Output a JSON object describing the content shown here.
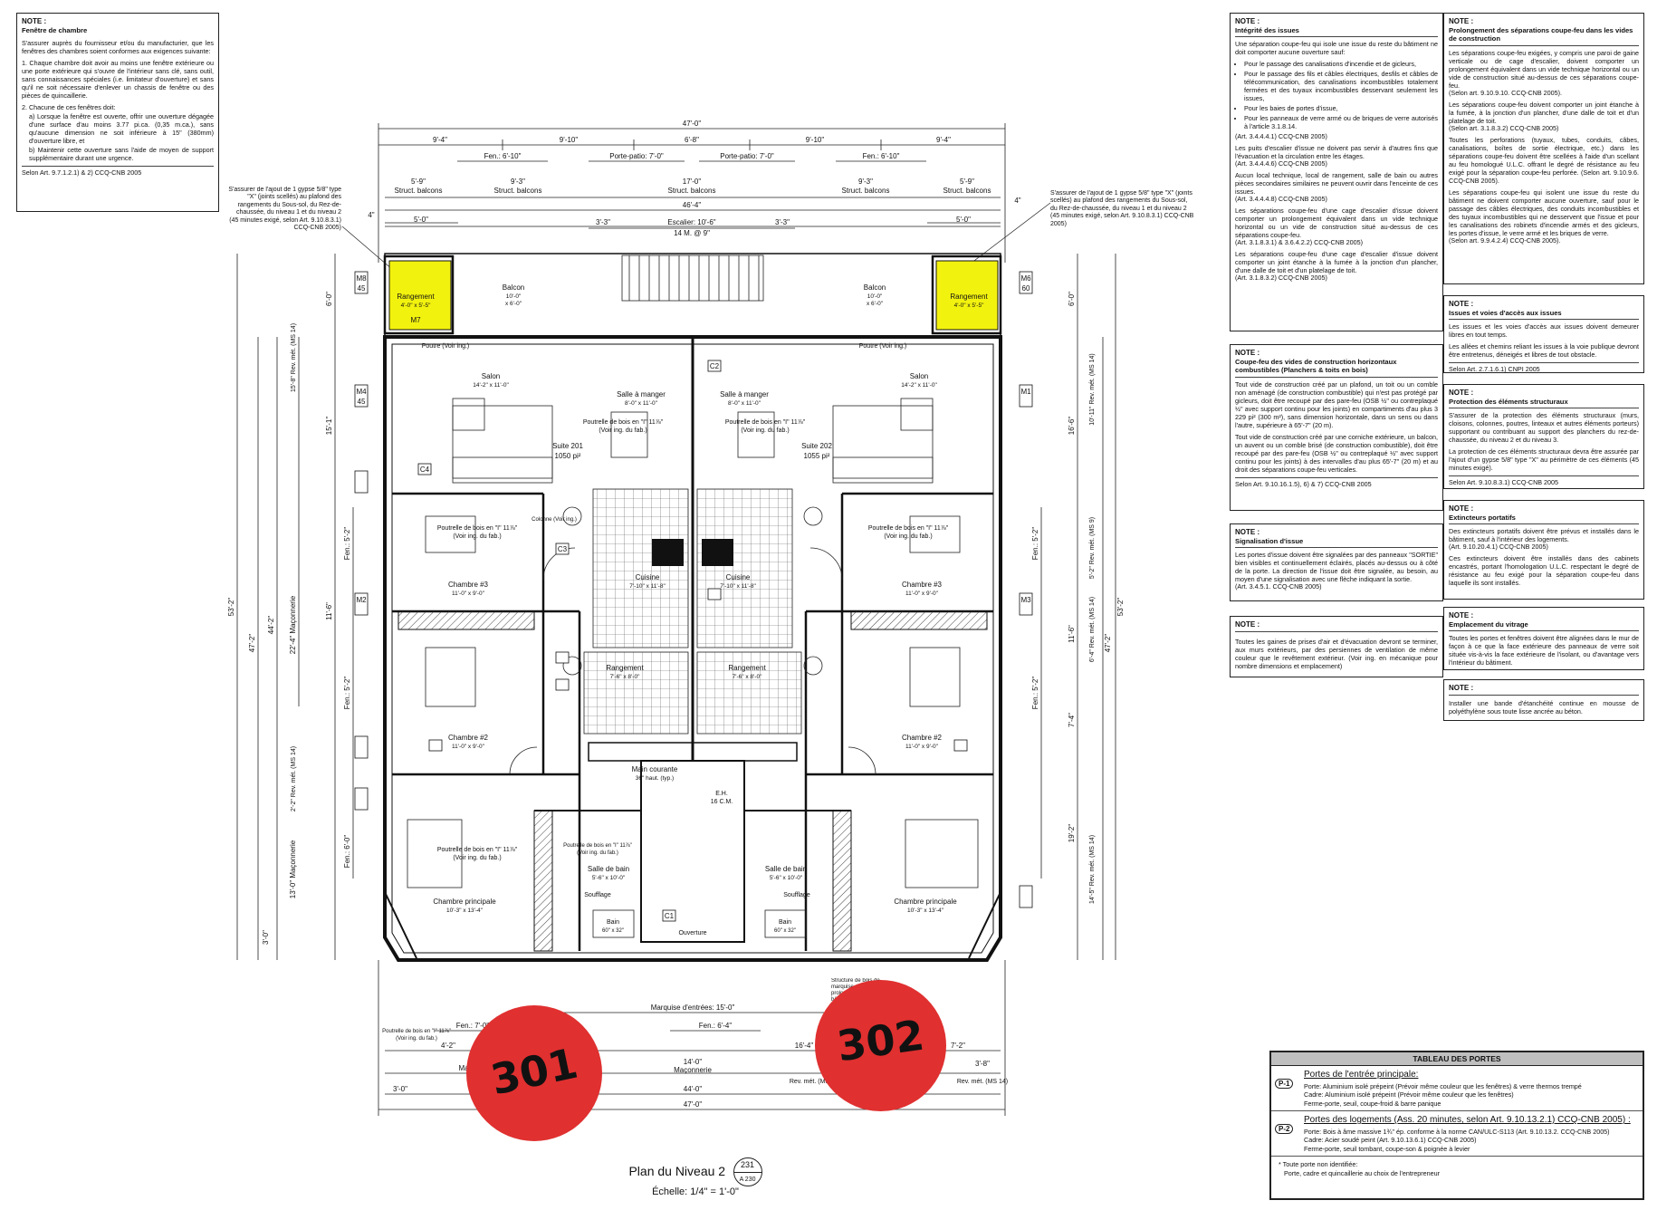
{
  "notes": {
    "top_left": {
      "heading": "NOTE :",
      "title": "Fenêtre de chambre",
      "intro": "S'assurer auprès du fournisseur et/ou du manufacturier, que les fenêtres des chambres soient conformes aux exigences suivante:",
      "item1": "1. Chaque chambre doit avoir au moins une fenêtre extérieure ou une porte extérieure qui s'ouvre de l'intérieur sans clé, sans outil, sans connaissances spéciales (i.e. limitateur d'ouverture) et sans qu'il ne soit nécessaire d'enlever un chassis de fenêtre ou des pièces de quincaillerie.",
      "item2": "2. Chacune de ces fenêtres doit:",
      "item2a": "a) Lorsque la fenêtre est ouverte, offrir une ouverture dégagée d'une surface d'au moins 3.77 pi.ca. (0,35 m.ca.), sans qu'aucune dimension ne soit inférieure à 15\" (380mm) d'ouverture libre, et",
      "item2b": "b) Maintenir cette ouverture sans l'aide de moyen de support supplémentaire durant une urgence.",
      "ref": "Selon Art. 9.7.1.2.1) & 2) CCQ-CNB 2005"
    },
    "integrite": {
      "heading": "NOTE :",
      "title": "Intégrité des issues",
      "intro": "Une séparation coupe-feu qui isole une issue du reste du bâtiment ne doit comporter aucune ouverture sauf:",
      "bullets": [
        "Pour le passage des canalisations d'incendie et de gicleurs,",
        "Pour le passage des fils et câbles électriques, desfils et câbles de télécommunication, des canalisations incombustibles totalement fermées et des tuyaux incombustibles desservant seulement les issues,",
        "Pour les baies de portes d'issue,",
        "Pour les panneaux de verre armé ou de briques de verre autorisés à l'article 3.1.8.14."
      ],
      "ref1": "(Art. 3.4.4.4.1) CCQ-CNB 2005)",
      "p2": "Les puits d'escalier d'issue ne doivent pas servir à d'autres fins que l'évacuation et la circulation entre les étages.",
      "ref2": "(Art. 3.4.4.4.6) CCQ-CNB 2005)",
      "p3": "Aucun local technique, local de rangement, salle de bain ou autres pièces secondaires similaires ne peuvent ouvrir dans l'enceinte de ces issues.",
      "ref3": "(Art. 3.4.4.4.8) CCQ-CNB 2005)",
      "p4": "Les séparations coupe-feu d'une cage d'escalier d'issue doivent comporter un prolongement équivalent dans un vide technique horizontal ou un vide de construction situé au-dessus de ces séparations coupe-feu.",
      "ref4": "(Art. 3.1.8.3.1) & 3.6.4.2.2) CCQ-CNB 2005)",
      "p5": "Les séparations coupe-feu d'une cage d'escalier d'issue doivent comporter un joint étanche à la fumée à la jonction d'un plancher, d'une dalle de toit et d'un platelage de toit.",
      "ref5": "(Art. 3.1.8.3.2) CCQ-CNB 2005)"
    },
    "vides": {
      "heading": "NOTE :",
      "title": "Coupe-feu des vides de construction horizontaux combustibles (Planchers & toits en bois)",
      "p1": "Tout vide de construction créé par un plafond, un toit ou un comble non aménagé (de construction combustible) qui n'est pas protégé par gicleurs, doit être recoupé par des pare-feu (OSB ½\" ou contreplaqué ½\" avec support continu pour les joints) en compartiments d'au plus 3 229 pi² (300 m²), sans dimension horizontale, dans un sens ou dans l'autre, supérieure à 65'-7\" (20 m).",
      "p2": "Tout vide de construction créé par une corniche extérieure, un balcon, un auvent ou un comble brisé (de construction combustible), doit être recoupé par des pare-feu (OSB ½\" ou contreplaqué ½\" avec support continu pour les joints) à des intervalles d'au plus 65'-7\" (20 m) et au droit des séparations coupe-feu verticales.",
      "ref": "Selon Art. 9.10.16.1.5), 6) & 7) CCQ-CNB 2005"
    },
    "signalisation": {
      "heading": "NOTE :",
      "title": "Signalisation d'issue",
      "p1": "Les portes d'issue doivent être signalées par des panneaux \"SORTIE\" bien visibles et continuellement éclairés, placés au-dessus ou à côté de la porte. La direction de l'issue doit être signalée, au besoin, au moyen d'une signalisation avec une flèche indiquant la sortie.",
      "ref": "(Art. 3.4.5.1. CCQ-CNB 2005)"
    },
    "gaines": {
      "heading": "NOTE :",
      "p1": "Toutes les gaines de prises d'air et d'évacuation devront se terminer, aux murs extérieurs, par des persiennes de ventilation de même couleur que le revêtement extérieur. (Voir ing. en mécanique pour nombre dimensions et emplacement)"
    },
    "prolongement": {
      "heading": "NOTE :",
      "title": "Prolongement des séparations coupe-feu dans les vides de construction",
      "p1": "Les séparations coupe-feu exigées, y compris une paroi de gaine verticale ou de cage d'escalier, doivent comporter un prolongement équivalent dans un vide technique horizontal ou un vide de construction situé au-dessus de ces séparations coupe-feu.",
      "ref1": "(Selon art. 9.10.9.10. CCQ-CNB 2005).",
      "p2": "Les séparations coupe-feu doivent comporter un joint étanche à la fumée, à la jonction d'un plancher, d'une dalle de toit et d'un platelage de toit.",
      "ref2": "(Selon art. 3.1.8.3.2) CCQ-CNB 2005)",
      "p3": "Toutes les perforations (tuyaux, tubes, conduits, câbes, canalisations, boîtes de sortie électrique, etc.) dans les séparations coupe-feu doivent être scellées à l'aide d'un scellant au feu homologué U.L.C. offrant le degré de résistance au feu exigé pour la séparation coupe-feu perforée. (Selon art. 9.10.9.6. CCQ-CNB 2005).",
      "p4": "Les séparations coupe-feu qui isolent une issue du reste du bâtiment ne doivent comporter aucune ouverture, sauf pour le passage des câbles électriques, des conduits incombustibles et des tuyaux incombustibles qui ne desservent que l'issue et pour les canalisations des robinets d'incendie armés et des gicleurs, les portes d'issue, le verre armé et les briques de verre.",
      "ref4": "(Selon art. 9.9.4.2.4) CCQ-CNB 2005)."
    },
    "voies": {
      "heading": "NOTE :",
      "title": "Issues et voies d'accès aux issues",
      "p1": "Les issues et les voies d'accès aux issues doivent demeurer libres en tout temps.",
      "p2": "Les allées et chemins reliant les issues à la voie publique devront être entretenus, déneigés et libres de tout obstacle.",
      "ref": "Selon Art. 2.7.1.6.1) CNPI 2005"
    },
    "structuraux": {
      "heading": "NOTE :",
      "title": "Protection des éléments structuraux",
      "p1": "S'assurer de la protection des éléments structuraux (murs, cloisons, colonnes, poutres, linteaux et autres éléments porteurs) supportant ou contribuant au support des planchers du rez-de-chaussée, du niveau 2 et du niveau 3.",
      "p2": "La protection de ces éléments structuraux devra être assurée par l'ajout d'un gypse 5/8\" type \"X\" au périmètre de ces éléments (45 minutes exigé).",
      "ref": "Selon Art. 9.10.8.3.1) CCQ-CNB 2005"
    },
    "extincteurs": {
      "heading": "NOTE :",
      "title": "Extincteurs portatifs",
      "p1": "Des extincteurs portatifs doivent être prévus et installés dans le bâtiment, sauf à l'intérieur des logements.",
      "ref1": "(Art. 9.10.20.4.1) CCQ-CNB 2005)",
      "p2": "Ces extincteurs doivent être installés dans des cabinets encastrés, portant l'homologation U.L.C. respectant le degré de résistance au feu exigé pour la séparation coupe-feu dans laquelle ils sont installés."
    },
    "vitrage": {
      "heading": "NOTE :",
      "title": "Emplacement du vitrage",
      "p1": "Toutes les portes et fenêtres doivent être alignées dans le mur de façon à ce que la face extérieure des panneaux de verre soit située vis-à-vis la face extérieure de l'isolant, ou d'avantage vers l'intérieur du bâtiment."
    },
    "etancheite": {
      "heading": "NOTE :",
      "p1": "Installer une bande d'étanchéité continue en mousse de polyéthylène sous toute lisse ancrée au béton."
    }
  },
  "plan": {
    "dims_top": {
      "overall": "47'-0\"",
      "row2": [
        "9'-4\"",
        "9'-10\"",
        "6'-8\"",
        "9'-10\"",
        "9'-4\""
      ],
      "fen_left": "Fen.: 6'-10\"",
      "porte_patio_left": "Porte-patio: 7'-0\"",
      "porte_patio_right": "Porte-patio: 7'-0\"",
      "fen_right": "Fen.: 6'-10\"",
      "struct": [
        {
          "dim": "5'-9\"",
          "label": "Struct. balcons"
        },
        {
          "dim": "9'-3\"",
          "label": "Struct. balcons"
        },
        {
          "dim": "17'-0\"",
          "label": "Struct. balcons"
        },
        {
          "dim": "9'-3\"",
          "label": "Struct. balcons"
        },
        {
          "dim": "5'-9\"",
          "label": "Struct. balcons"
        }
      ],
      "inner": "46'-4\"",
      "stair_left": "3'-3\"",
      "stair": "Escalier: 10'-6\"",
      "stair_risers": "14 M. @ 9\"",
      "stair_right": "3'-3\"",
      "side_left": "5'-0\"",
      "side_right": "5'-0\"",
      "corner_left": "4\"",
      "corner_right": "4\""
    },
    "callouts": {
      "left": "S'assurer de l'ajout de 1 gypse 5/8\" type \"X\" (joints scellés) au plafond des rangements du Sous-sol, du Rez-de-chaussée, du niveau 1 et du niveau 2 (45 minutes exigé, selon Art. 9.10.8.3.1) CCQ-CNB 2005)",
      "right": "S'assurer de l'ajout de 1 gypse 5/8\" type \"X\" (joints scellés) au plafond des rangements du Sous-sol, du Rez-de-chaussée, du niveau 1 et du niveau 2 (45 minutes exigé, selon Art. 9.10.8.3.1) CCQ-CNB 2005)"
    },
    "rooms": {
      "rangement_l": "Rangement",
      "rangement_l_dim": "4'-0\" x 5'-5\"",
      "rangement_r": "Rangement",
      "rangement_r_dim": "4'-0\" x 5'-5\"",
      "balcon_l": "Balcon",
      "balcon_l_dim1": "10'-0\"",
      "balcon_l_dim2": "x 6'-0\"",
      "balcon_r": "Balcon",
      "balcon_r_dim1": "10'-0\"",
      "balcon_r_dim2": "x 6'-0\"",
      "salon_l": "Salon",
      "salon_l_dim": "14'-2\" x 11'-0\"",
      "salon_r": "Salon",
      "salon_r_dim": "14'-2\" x 11'-0\"",
      "sam_l": "Salle à manger",
      "sam_l_dim": "8'-0\" x 11'-0\"",
      "sam_r": "Salle à manger",
      "sam_r_dim": "8'-0\" x 11'-0\"",
      "suite_l": "Suite 201",
      "suite_l_area": "1050 pi²",
      "suite_r": "Suite 202",
      "suite_r_area": "1055 pi²",
      "cuisine_l": "Cuisine",
      "cuisine_l_dim": "7'-10\" x 11'-8\"",
      "cuisine_r": "Cuisine",
      "cuisine_r_dim": "7'-10\" x 11'-8\"",
      "ch3_l": "Chambre #3",
      "ch3_l_dim": "11'-0\" x 9'-0\"",
      "ch3_r": "Chambre #3",
      "ch3_r_dim": "11'-0\" x 9'-0\"",
      "ch2_l": "Chambre #2",
      "ch2_l_dim": "11'-0\" x 9'-0\"",
      "ch2_r": "Chambre #2",
      "ch2_r_dim": "11'-0\" x 9'-0\"",
      "rang_l": "Rangement",
      "rang_l_dim": "7'-6\" x 8'-0\"",
      "rang_r": "Rangement",
      "rang_r_dim": "7'-6\" x 8'-0\"",
      "cp_l": "Chambre principale",
      "cp_l_dim": "10'-3\" x 13'-4\"",
      "cp_r": "Chambre principale",
      "cp_r_dim": "10'-3\" x 13'-4\"",
      "sdb_l": "Salle de bain",
      "sdb_l_dim": "5'-6\" x 10'-0\"",
      "sdb_r": "Salle de bain",
      "sdb_r_dim": "5'-6\" x 10'-0\"",
      "bain_l": "Bain",
      "bain_l_dim": "60\" x 32\"",
      "bain_r": "Bain",
      "bain_r_dim": "60\" x 32\"",
      "souff_l": "Soufflage",
      "souff_r": "Soufflage",
      "main_courante": "Main courante",
      "main_courante_h": "36\" haut. (typ.)",
      "eh": "E.H.",
      "eh_cm": "16 C.M.",
      "ouverture": "Ouverture"
    },
    "beams": {
      "b1": "Poutrelle de bois en \"I\" 11⅞\"",
      "b1_ref": "(Voir ing. du fab.)",
      "b2": "Poutrelle de bois en \"I\" 11⅞\"",
      "b2_ref": "(Voir ing. du fab.)",
      "b3": "Poutrelle de bois en \"I\" 11⅞\"",
      "b3_ref": "(Voir ing. du fab.)",
      "b4": "Poutrelle de bois en \"I\" 11⅞\"",
      "b4_ref": "(Voir ing. du fab.)",
      "b5": "Poutrelle de bois en \"I\" 11⅞\"",
      "b5_ref": "(Voir ing. du fab.)",
      "b6": "Poutrelle de bois en \"I\" 11⅞\"",
      "b6_ref": "(Voir ing. du fab.)",
      "b7": "Poutrelle de bois en \"I\" 11⅞\"",
      "b7_ref": "(Voir ing. du fab.)",
      "poutre_l": "Poutre (Voir ing.)",
      "poutre_r": "Poutre (Voir ing.)",
      "colonne": "Colonne (Voir ing.)"
    },
    "dims_left": {
      "outer": "53'-2\"",
      "mid1": "47'-2\"",
      "mid2": "44'-2\"",
      "maconnerie": "22'-4\" Maçonnerie",
      "d1": "6'-0\"",
      "d2": "15'-1\"",
      "d3": "11'-6\"",
      "d4": "13'-0\" Maçonnerie",
      "d5": "3'-0\"",
      "fen1": "Fen.: 5'-2\"",
      "fen2": "Fen.: 5'-2\"",
      "fen3": "Fen.: 6'-0\"",
      "revmet1": "15'-8\" Rev. mét. (MS 14)",
      "revmet2": "2'-2\" Rev. mét. (MS 14)"
    },
    "dims_right": {
      "outer": "53'-2\"",
      "mid": "47'-2\"",
      "d1": "6'-0\"",
      "d2": "16'-6\"",
      "d3": "11'-6\"",
      "d4": "7'-4\"",
      "d5": "19'-2\"",
      "fen1": "Fen.: 5'-2\"",
      "fen2": "Fen.: 5'-2\"",
      "revmet1": "10'-11\" Rev. mét. (MS 14)",
      "revmet2": "5'-2\" Rev. mét. (MS 9)",
      "revmet3": "6'-4\" Rev. mét. (MS 14)",
      "revmet4": "14'-5\" Rev. mét. (MS 14)"
    },
    "dims_bottom": {
      "fen_left": "Fen.: 7'-0\"",
      "marquise": "Marquise d'entrées: 15'-0\"",
      "fen_mid": "Fen.: 6'-4\"",
      "d_left": "4'-2\"",
      "d_mid": "16'-4\"",
      "d_right": "7'-2\"",
      "mac_left": "Ma",
      "mac_mid": "14'-0\"",
      "mac_mid_lbl": "Maçonnerie",
      "revmet_mid": "Rev. mét. (MS 14)",
      "revmet_right_dim": "3'-8\"",
      "revmet_right": "Rev. mét. (MS 14)",
      "d_3": "3'-0\"",
      "inner": "44'-0\"",
      "overall": "47'-0\""
    },
    "tags": [
      "M8",
      "45",
      "M7",
      "M4",
      "45",
      "M6",
      "60",
      "C1",
      "C2",
      "C3",
      "C4",
      "M1",
      "M2",
      "M3"
    ],
    "notes_bottom": {
      "structure": "Structure de bois de marquise d'entrée prolongée à l'intérieur du bâtiment"
    }
  },
  "stamps": {
    "left": "301",
    "right": "302"
  },
  "title": {
    "name": "Plan du Niveau 2",
    "sheet": "231",
    "ref_sheet": "A 230",
    "scale": "Échelle: 1/4\" = 1'-0\""
  },
  "door_table": {
    "title": "TABLEAU DES PORTES",
    "p1": {
      "code": "P-1",
      "header": "Portes de l'entrée principale:",
      "porte": "Porte: Aluminium isolé prépeint (Prévoir même couleur que les fenêtres) & verre thermos trempé",
      "cadre": "Cadre: Aluminium isolé prépeint (Prévoir même couleur que les fenêtres)",
      "quinc": "Ferme-porte, seuil, coupe-froid & barre panique"
    },
    "p2": {
      "code": "P-2",
      "header": "Portes des logements (Ass. 20 minutes, selon Art. 9.10.13.2.1) CCQ-CNB 2005) :",
      "porte": "Porte: Bois à âme massive 1¾\" ép. conforme à la norme CAN/ULC-S113 (Art. 9.10.13.2. CCQ-CNB 2005)",
      "cadre": "Cadre: Acier soudé peint (Art. 9.10.13.6.1) CCQ-CNB 2005)",
      "quinc": "Ferme-porte, seuil tombant, coupe-son & poignée à levier"
    },
    "note1": "* Toute porte non identifiée:",
    "note2": "Porte, cadre et quincaillerie au choix de l'entrepreneur"
  },
  "colors": {
    "highlight": "#f2f20f",
    "stamp": "#e03030",
    "line": "#222222"
  }
}
